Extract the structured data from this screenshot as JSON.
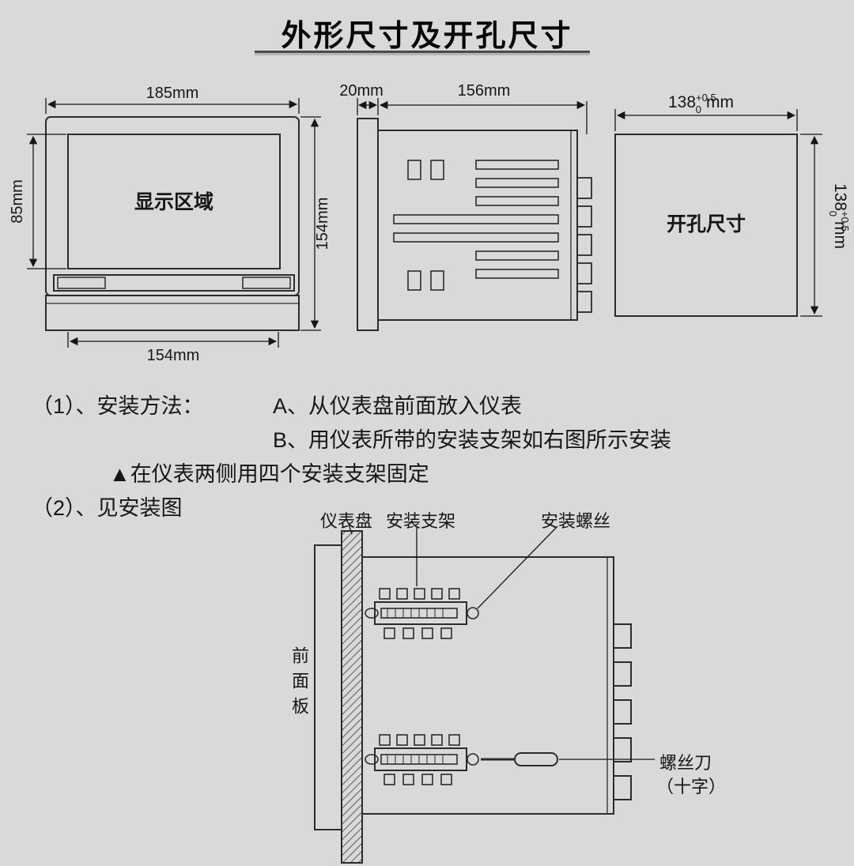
{
  "page": {
    "title": "外形尺寸及开孔尺寸"
  },
  "front_view": {
    "top_width": "185mm",
    "display_height": "85mm",
    "total_height": "154mm",
    "bottom_width": "154mm",
    "display_label": "显示区域"
  },
  "side_view": {
    "bezel_depth": "20mm",
    "body_depth": "156mm"
  },
  "cutout_view": {
    "label": "开孔尺寸",
    "width": {
      "value": "138",
      "tol_plus": "+0.5",
      "tol_minus": "0",
      "unit": "mm"
    },
    "height": {
      "value": "138",
      "tol_plus": "+0.5",
      "tol_minus": "0",
      "unit": "mm"
    }
  },
  "instructions": {
    "item1_label": "（1）、安装方法：",
    "step_a": "A、从仪表盘前面放入仪表",
    "step_b": "B、用仪表所带的安装支架如右图所示安装",
    "note": "▲在仪表两侧用四个安装支架固定",
    "item2_label": "（2）、见安装图"
  },
  "install_diagram": {
    "panel_label": "仪表盘",
    "bracket_label": "安装支架",
    "screw_label": "安装螺丝",
    "front_panel_label": "前面板",
    "screwdriver_label": "螺丝刀",
    "screwdriver_type": "（十字）"
  }
}
